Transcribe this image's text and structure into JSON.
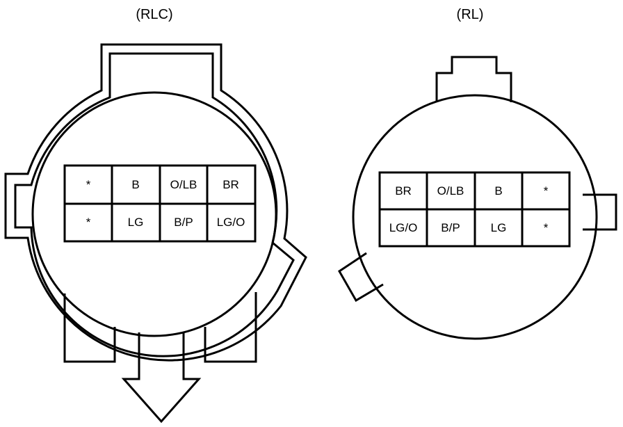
{
  "connectors": [
    {
      "id": "rlc",
      "title": "(RLC)",
      "rows": [
        [
          "*",
          "B",
          "O/LB",
          "BR"
        ],
        [
          "*",
          "LG",
          "B/P",
          "LG/O"
        ]
      ]
    },
    {
      "id": "rl",
      "title": "(RL)",
      "rows": [
        [
          "BR",
          "O/LB",
          "B",
          "*"
        ],
        [
          "LG/O",
          "B/P",
          "LG",
          "*"
        ]
      ]
    }
  ]
}
